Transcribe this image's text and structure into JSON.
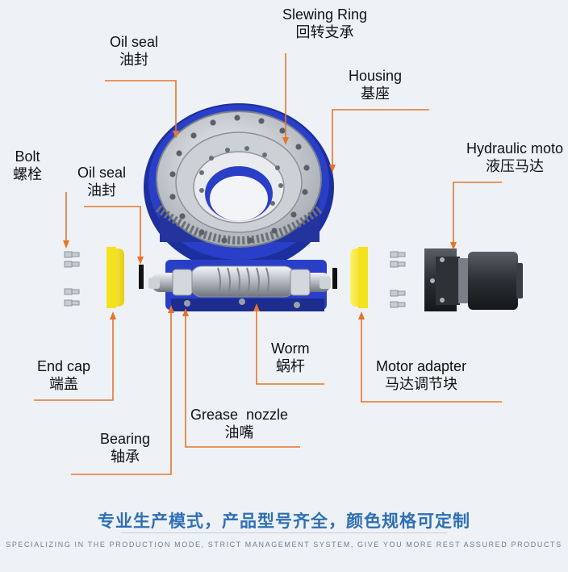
{
  "labels": {
    "slewing_ring": {
      "en": "Slewing Ring",
      "zh": "回转支承"
    },
    "oil_seal_top": {
      "en": "Oil seal",
      "zh": "油封"
    },
    "housing": {
      "en": "Housing",
      "zh": "基座"
    },
    "bolt": {
      "en": "Bolt",
      "zh": "螺栓"
    },
    "oil_seal_left": {
      "en": "Oil seal",
      "zh": "油封"
    },
    "hydraulic_motor": {
      "en": "Hydraulic moto",
      "zh": "液压马达"
    },
    "end_cap": {
      "en": "End cap",
      "zh": "端盖"
    },
    "worm": {
      "en": "Worm",
      "zh": "蜗杆"
    },
    "motor_adapter": {
      "en": "Motor adapter",
      "zh": "马达调节块"
    },
    "grease_nozzle": {
      "en": "Grease  nozzle",
      "zh": "油嘴"
    },
    "bearing": {
      "en": "Bearing",
      "zh": "轴承"
    }
  },
  "footer": {
    "cn": "专业生产模式，产品型号齐全，颜色规格可定制",
    "en": "SPECIALIZING IN THE PRODUCTION MODE, STRICT MANAGEMENT SYSTEM, GIVE YOU MORE REST ASSURED PRODUCTS"
  },
  "colors": {
    "leader": "#e8742a",
    "housing_blue": "#2a3fc8",
    "end_cap_yellow": "#f4e21c",
    "footer_blue": "#2f6fb4"
  }
}
